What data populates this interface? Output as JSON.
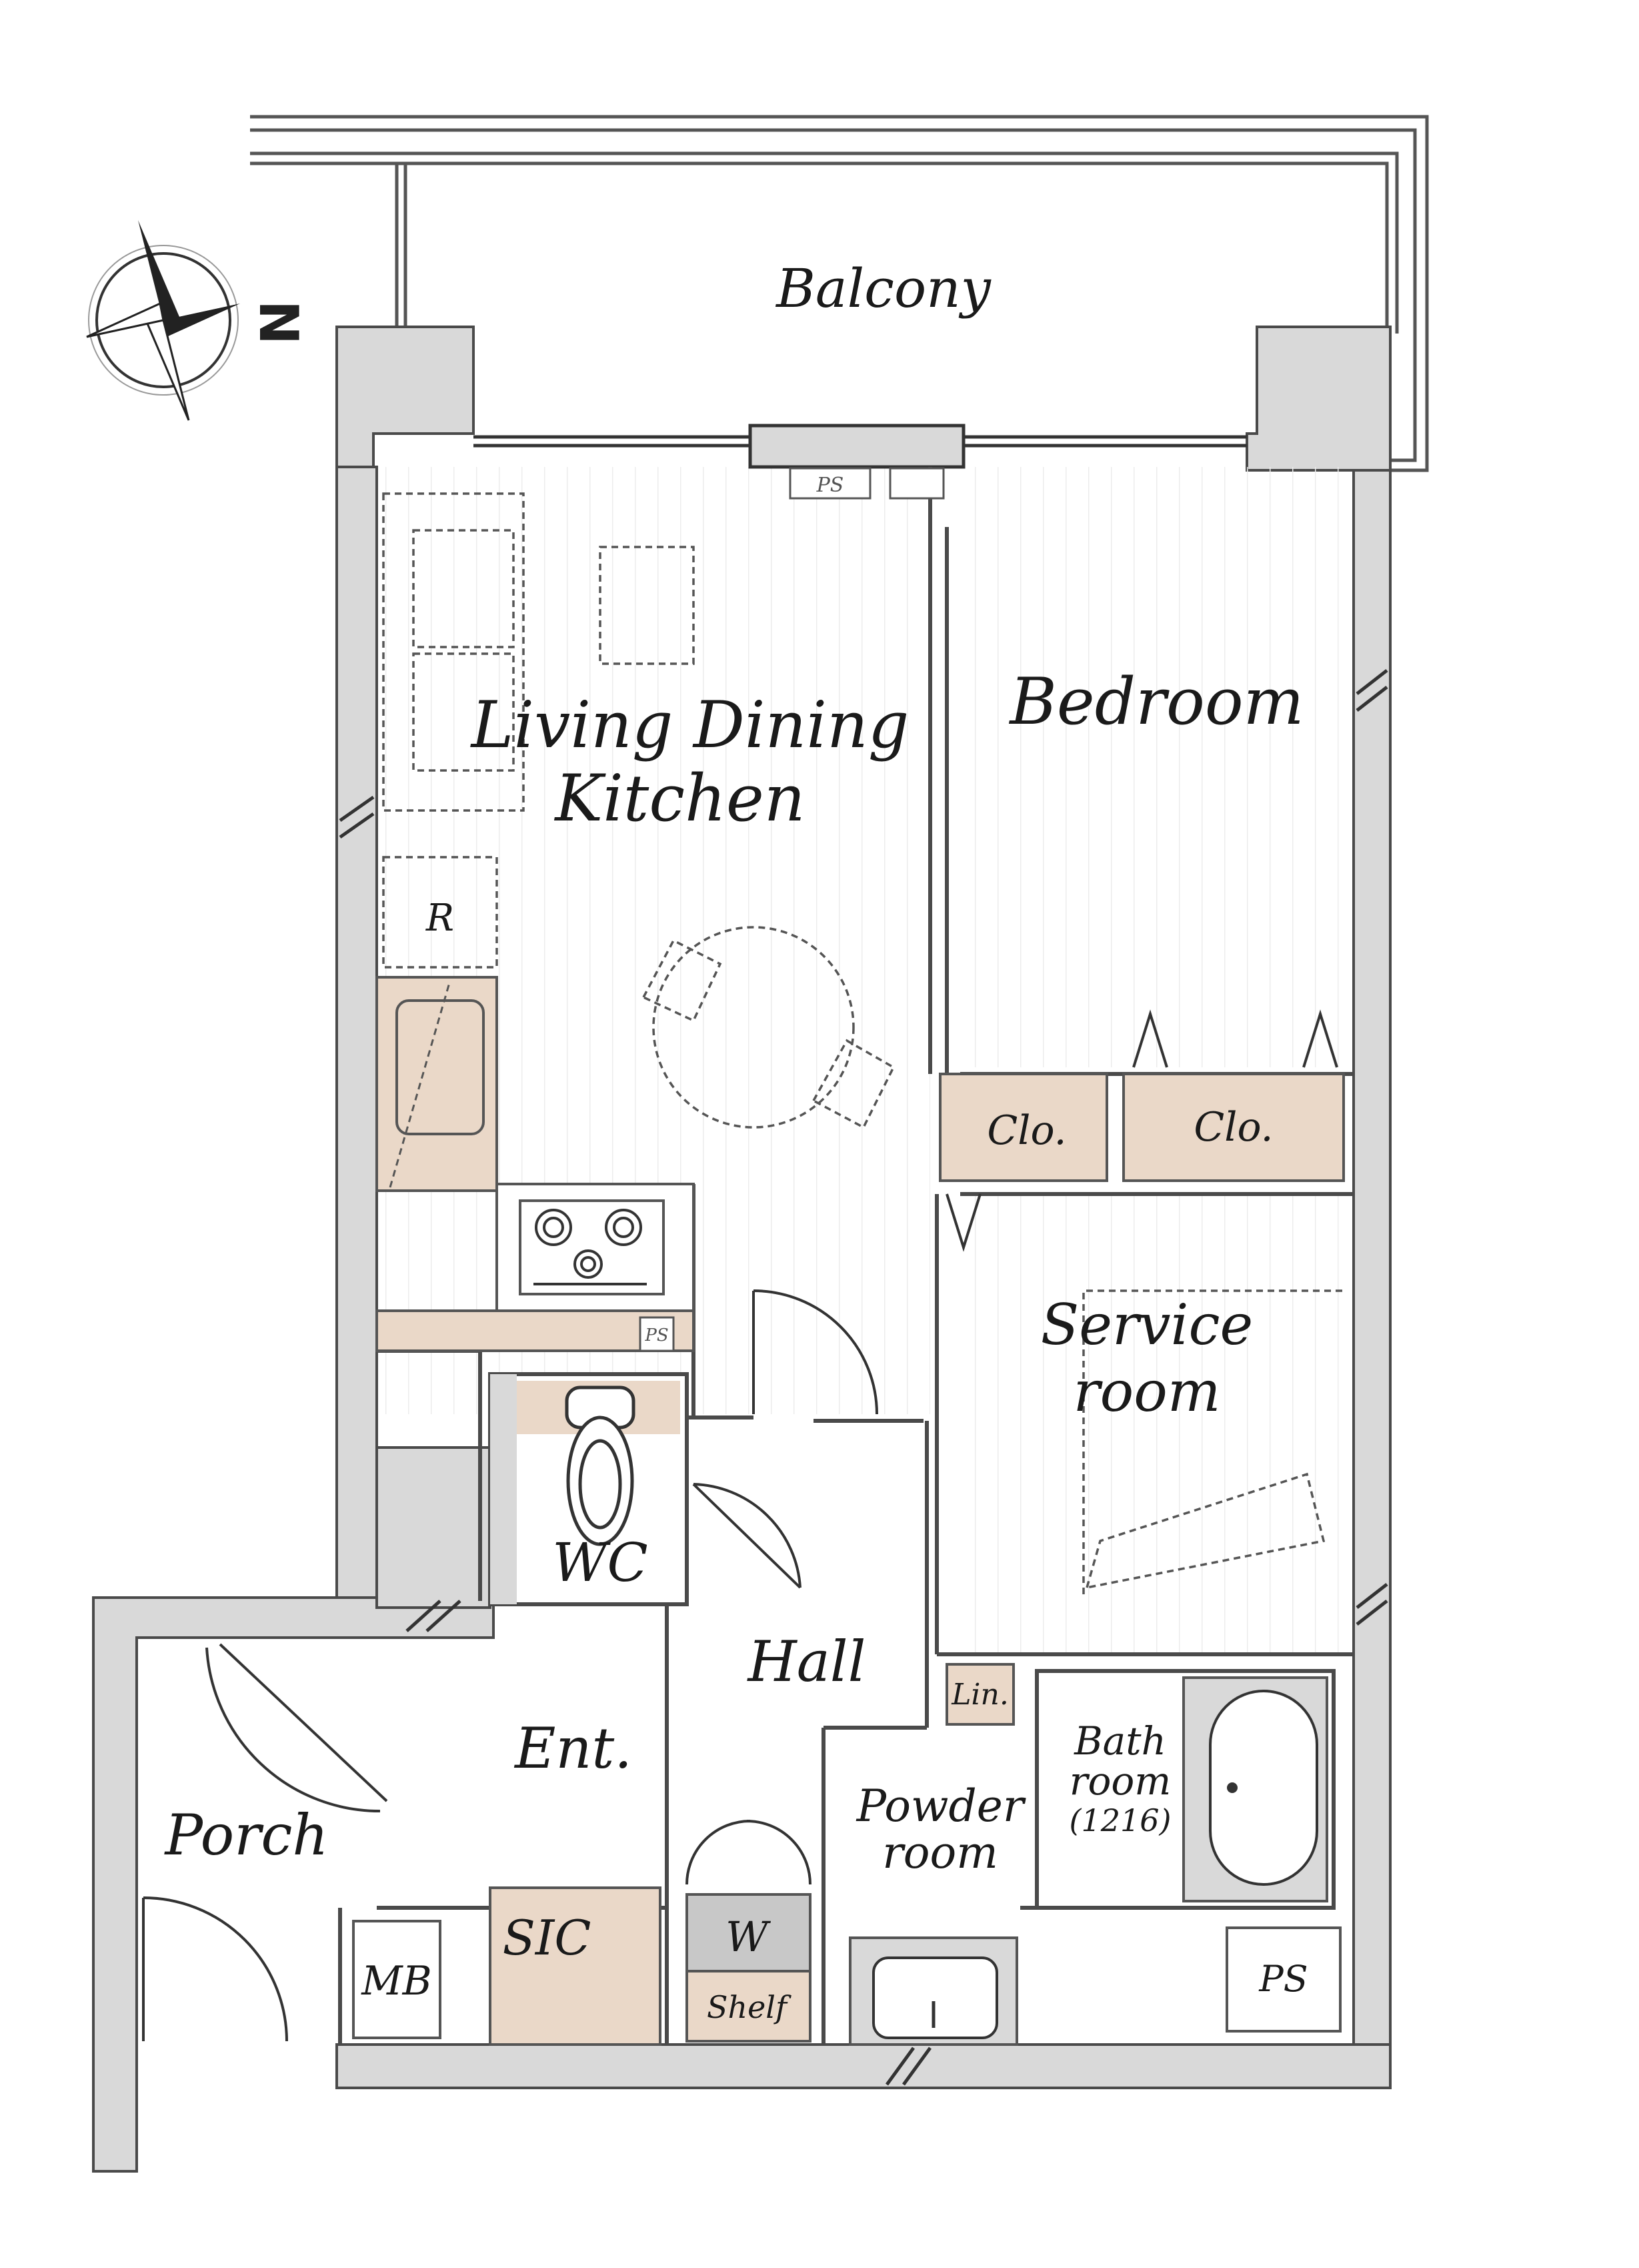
{
  "plan": {
    "rooms": {
      "balcony": "Balcony",
      "ldk_line1": "Living Dining",
      "ldk_line2": "Kitchen",
      "bedroom": "Bedroom",
      "closet_1": "Clo.",
      "closet_2": "Clo.",
      "service_line1": "Service",
      "service_line2": "room",
      "wc": "WC",
      "hall": "Hall",
      "entrance": "Ent.",
      "porch": "Porch",
      "sic": "SIC",
      "washer": "W",
      "shelf": "Shelf",
      "powder_line1": "Powder",
      "powder_line2": "room",
      "bath_line1": "Bath",
      "bath_line2": "room",
      "bath_size": "(1216)",
      "linen": "Lin.",
      "mb": "MB",
      "refrigerator": "R",
      "ps_top": "PS",
      "ps_kitchen": "PS",
      "ps_bottom": "PS"
    },
    "compass": {
      "north": "N"
    },
    "colors": {
      "wall": "#d9d9d9",
      "wall_line": "#4a4a4a",
      "storage": "#ead8c8",
      "washer": "#c8c8c8",
      "floor_stripe": "#ececec"
    }
  }
}
